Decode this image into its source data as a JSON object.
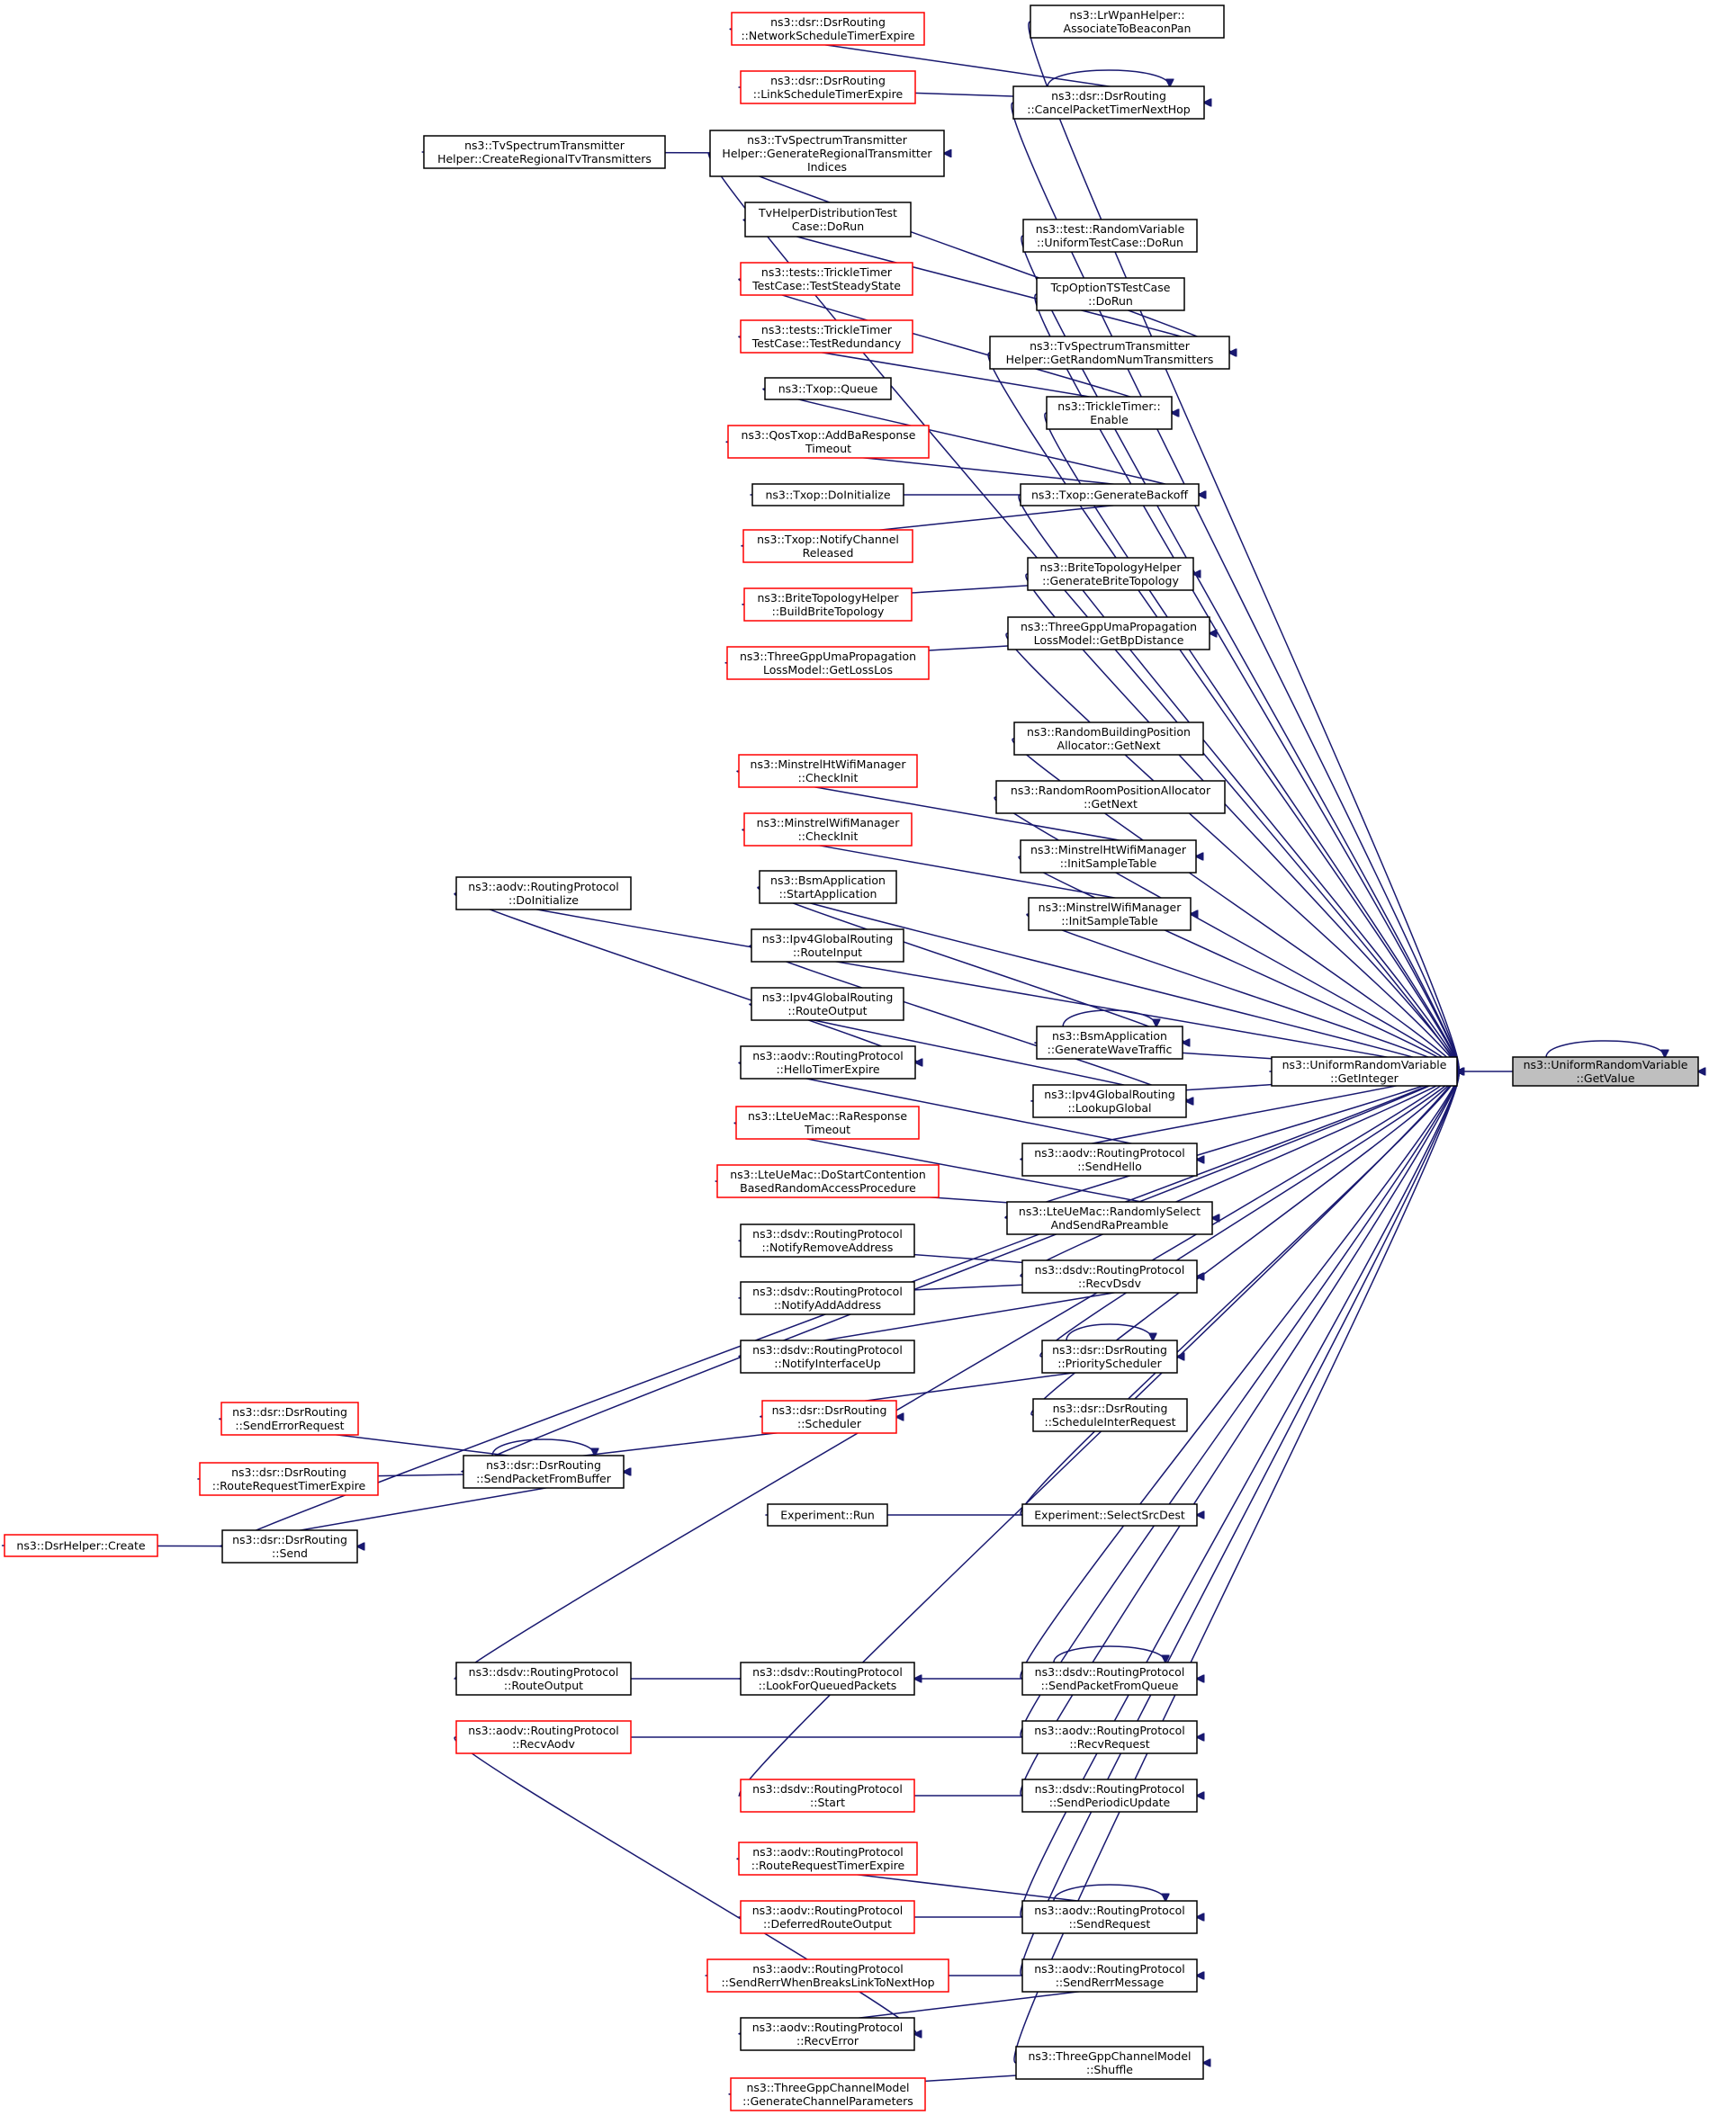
{
  "colors": {
    "edge": "#191970",
    "border_normal": "#000000",
    "border_red": "#ff0000",
    "fill_normal": "#ffffff",
    "fill_target": "#bfbfbf"
  },
  "nodes": [
    {
      "id": "getvalue",
      "lines": [
        "ns3::UniformRandomVariable",
        "::GetValue"
      ],
      "style": "target"
    },
    {
      "id": "getinteger",
      "lines": [
        "ns3::UniformRandomVariable",
        "::GetInteger"
      ],
      "style": "normal"
    },
    {
      "id": "associate",
      "lines": [
        "ns3::LrWpanHelper::",
        "AssociateToBeaconPan"
      ],
      "style": "normal"
    },
    {
      "id": "networksched",
      "lines": [
        "ns3::dsr::DsrRouting",
        "::NetworkScheduleTimerExpire"
      ],
      "style": "red"
    },
    {
      "id": "linksched",
      "lines": [
        "ns3::dsr::DsrRouting",
        "::LinkScheduleTimerExpire"
      ],
      "style": "red"
    },
    {
      "id": "cancelpacket",
      "lines": [
        "ns3::dsr::DsrRouting",
        "::CancelPacketTimerNextHop"
      ],
      "style": "normal"
    },
    {
      "id": "createregional",
      "lines": [
        "ns3::TvSpectrumTransmitter",
        "Helper::CreateRegionalTvTransmitters"
      ],
      "style": "normal"
    },
    {
      "id": "generateregional",
      "lines": [
        "ns3::TvSpectrumTransmitter",
        "Helper::GenerateRegionalTransmitter",
        "Indices"
      ],
      "style": "normal"
    },
    {
      "id": "uniformtest",
      "lines": [
        "ns3::test::RandomVariable",
        "::UniformTestCase::DoRun"
      ],
      "style": "normal"
    },
    {
      "id": "tvhelperdist",
      "lines": [
        "TvHelperDistributionTest",
        "Case::DoRun"
      ],
      "style": "normal"
    },
    {
      "id": "tcpoption",
      "lines": [
        "TcpOptionTSTestCase",
        "::DoRun"
      ],
      "style": "normal"
    },
    {
      "id": "tricklesteady",
      "lines": [
        "ns3::tests::TrickleTimer",
        "TestCase::TestSteadyState"
      ],
      "style": "red"
    },
    {
      "id": "getrandomnum",
      "lines": [
        "ns3::TvSpectrumTransmitter",
        "Helper::GetRandomNumTransmitters"
      ],
      "style": "normal"
    },
    {
      "id": "trickleredund",
      "lines": [
        "ns3::tests::TrickleTimer",
        "TestCase::TestRedundancy"
      ],
      "style": "red"
    },
    {
      "id": "trickleenable",
      "lines": [
        "ns3::TrickleTimer::",
        "Enable"
      ],
      "style": "normal"
    },
    {
      "id": "txopqueue",
      "lines": [
        "ns3::Txop::Queue"
      ],
      "style": "normal"
    },
    {
      "id": "qostxop",
      "lines": [
        "ns3::QosTxop::AddBaResponse",
        "Timeout"
      ],
      "style": "red"
    },
    {
      "id": "txopdoinit",
      "lines": [
        "ns3::Txop::DoInitialize"
      ],
      "style": "normal"
    },
    {
      "id": "genbackoff",
      "lines": [
        "ns3::Txop::GenerateBackoff"
      ],
      "style": "normal"
    },
    {
      "id": "txopnotify",
      "lines": [
        "ns3::Txop::NotifyChannel",
        "Released"
      ],
      "style": "red"
    },
    {
      "id": "genbrite",
      "lines": [
        "ns3::BriteTopologyHelper",
        "::GenerateBriteTopology"
      ],
      "style": "normal"
    },
    {
      "id": "buildbrite",
      "lines": [
        "ns3::BriteTopologyHelper",
        "::BuildBriteTopology"
      ],
      "style": "red"
    },
    {
      "id": "getbpdist",
      "lines": [
        "ns3::ThreeGppUmaPropagation",
        "LossModel::GetBpDistance"
      ],
      "style": "normal"
    },
    {
      "id": "getlosslos",
      "lines": [
        "ns3::ThreeGppUmaPropagation",
        "LossModel::GetLossLos"
      ],
      "style": "red"
    },
    {
      "id": "randbuilding",
      "lines": [
        "ns3::RandomBuildingPosition",
        "Allocator::GetNext"
      ],
      "style": "normal"
    },
    {
      "id": "minhtcheck",
      "lines": [
        "ns3::MinstrelHtWifiManager",
        "::CheckInit"
      ],
      "style": "red"
    },
    {
      "id": "randroom",
      "lines": [
        "ns3::RandomRoomPositionAllocator",
        "::GetNext"
      ],
      "style": "normal"
    },
    {
      "id": "minhtinit",
      "lines": [
        "ns3::MinstrelHtWifiManager",
        "::InitSampleTable"
      ],
      "style": "normal"
    },
    {
      "id": "mincheck",
      "lines": [
        "ns3::MinstrelWifiManager",
        "::CheckInit"
      ],
      "style": "red"
    },
    {
      "id": "aodvdoinit",
      "lines": [
        "ns3::aodv::RoutingProtocol",
        "::DoInitialize"
      ],
      "style": "normal"
    },
    {
      "id": "bsmstart",
      "lines": [
        "ns3::BsmApplication",
        "::StartApplication"
      ],
      "style": "normal"
    },
    {
      "id": "mininit",
      "lines": [
        "ns3::MinstrelWifiManager",
        "::InitSampleTable"
      ],
      "style": "normal"
    },
    {
      "id": "ipv4input",
      "lines": [
        "ns3::Ipv4GlobalRouting",
        "::RouteInput"
      ],
      "style": "normal"
    },
    {
      "id": "ipv4output",
      "lines": [
        "ns3::Ipv4GlobalRouting",
        "::RouteOutput"
      ],
      "style": "normal"
    },
    {
      "id": "bsmwave",
      "lines": [
        "ns3::BsmApplication",
        "::GenerateWaveTraffic"
      ],
      "style": "normal"
    },
    {
      "id": "aodvhello",
      "lines": [
        "ns3::aodv::RoutingProtocol",
        "::HelloTimerExpire"
      ],
      "style": "normal"
    },
    {
      "id": "lookupglobal",
      "lines": [
        "ns3::Ipv4GlobalRouting",
        "::LookupGlobal"
      ],
      "style": "normal"
    },
    {
      "id": "raresponse",
      "lines": [
        "ns3::LteUeMac::RaResponse",
        "Timeout"
      ],
      "style": "red"
    },
    {
      "id": "sendhello",
      "lines": [
        "ns3::aodv::RoutingProtocol",
        "::SendHello"
      ],
      "style": "normal"
    },
    {
      "id": "dostartcont",
      "lines": [
        "ns3::LteUeMac::DoStartContention",
        "BasedRandomAccessProcedure"
      ],
      "style": "red"
    },
    {
      "id": "randselect",
      "lines": [
        "ns3::LteUeMac::RandomlySelect",
        "AndSendRaPreamble"
      ],
      "style": "normal"
    },
    {
      "id": "dsdvremove",
      "lines": [
        "ns3::dsdv::RoutingProtocol",
        "::NotifyRemoveAddress"
      ],
      "style": "normal"
    },
    {
      "id": "recvdsdv",
      "lines": [
        "ns3::dsdv::RoutingProtocol",
        "::RecvDsdv"
      ],
      "style": "normal"
    },
    {
      "id": "dsdvadd",
      "lines": [
        "ns3::dsdv::RoutingProtocol",
        "::NotifyAddAddress"
      ],
      "style": "normal"
    },
    {
      "id": "dsdvifup",
      "lines": [
        "ns3::dsdv::RoutingProtocol",
        "::NotifyInterfaceUp"
      ],
      "style": "normal"
    },
    {
      "id": "priosched",
      "lines": [
        "ns3::dsr::DsrRouting",
        "::PriorityScheduler"
      ],
      "style": "normal"
    },
    {
      "id": "dsrsendreq",
      "lines": [
        "ns3::dsr::DsrRouting",
        "::SendErrorRequest"
      ],
      "style": "red"
    },
    {
      "id": "dsrscheduler",
      "lines": [
        "ns3::dsr::DsrRouting",
        "::Scheduler"
      ],
      "style": "red"
    },
    {
      "id": "schedinter",
      "lines": [
        "ns3::dsr::DsrRouting",
        "::ScheduleInterRequest"
      ],
      "style": "normal"
    },
    {
      "id": "sendfrombuffer",
      "lines": [
        "ns3::dsr::DsrRouting",
        "::SendPacketFromBuffer"
      ],
      "style": "normal"
    },
    {
      "id": "routereqtimer",
      "lines": [
        "ns3::dsr::DsrRouting",
        "::RouteRequestTimerExpire"
      ],
      "style": "red"
    },
    {
      "id": "exprun",
      "lines": [
        "Experiment::Run"
      ],
      "style": "normal"
    },
    {
      "id": "selectsrc",
      "lines": [
        "Experiment::SelectSrcDest"
      ],
      "style": "normal"
    },
    {
      "id": "dsrhelper",
      "lines": [
        "ns3::DsrHelper::Create"
      ],
      "style": "red"
    },
    {
      "id": "dsrsend",
      "lines": [
        "ns3::dsr::DsrRouting",
        "::Send"
      ],
      "style": "normal"
    },
    {
      "id": "dsdvrouteout",
      "lines": [
        "ns3::dsdv::RoutingProtocol",
        "::RouteOutput"
      ],
      "style": "normal"
    },
    {
      "id": "lookforqueued",
      "lines": [
        "ns3::dsdv::RoutingProtocol",
        "::LookForQueuedPackets"
      ],
      "style": "normal"
    },
    {
      "id": "sendfromqueue",
      "lines": [
        "ns3::dsdv::RoutingProtocol",
        "::SendPacketFromQueue"
      ],
      "style": "normal"
    },
    {
      "id": "recvaodv",
      "lines": [
        "ns3::aodv::RoutingProtocol",
        "::RecvAodv"
      ],
      "style": "red"
    },
    {
      "id": "recvrequest",
      "lines": [
        "ns3::aodv::RoutingProtocol",
        "::RecvRequest"
      ],
      "style": "normal"
    },
    {
      "id": "dsdvstart",
      "lines": [
        "ns3::dsdv::RoutingProtocol",
        "::Start"
      ],
      "style": "red"
    },
    {
      "id": "sendperiodic",
      "lines": [
        "ns3::dsdv::RoutingProtocol",
        "::SendPeriodicUpdate"
      ],
      "style": "normal"
    },
    {
      "id": "aodvroutereq",
      "lines": [
        "ns3::aodv::RoutingProtocol",
        "::RouteRequestTimerExpire"
      ],
      "style": "red"
    },
    {
      "id": "deferredroute",
      "lines": [
        "ns3::aodv::RoutingProtocol",
        "::DeferredRouteOutput"
      ],
      "style": "red"
    },
    {
      "id": "sendrequest",
      "lines": [
        "ns3::aodv::RoutingProtocol",
        "::SendRequest"
      ],
      "style": "normal"
    },
    {
      "id": "senderrwhen",
      "lines": [
        "ns3::aodv::RoutingProtocol",
        "::SendRerrWhenBreaksLinkToNextHop"
      ],
      "style": "red"
    },
    {
      "id": "sendrerrmsg",
      "lines": [
        "ns3::aodv::RoutingProtocol",
        "::SendRerrMessage"
      ],
      "style": "normal"
    },
    {
      "id": "recverror",
      "lines": [
        "ns3::aodv::RoutingProtocol",
        "::RecvError"
      ],
      "style": "normal"
    },
    {
      "id": "shuffle",
      "lines": [
        "ns3::ThreeGppChannelModel",
        "::Shuffle"
      ],
      "style": "normal"
    },
    {
      "id": "genchannel",
      "lines": [
        "ns3::ThreeGppChannelModel",
        "::GenerateChannelParameters"
      ],
      "style": "red"
    }
  ],
  "edges": [
    [
      "getinteger",
      "getvalue"
    ],
    [
      "getvalue",
      "getvalue"
    ],
    [
      "associate",
      "getinteger"
    ],
    [
      "cancelpacket",
      "getinteger"
    ],
    [
      "generateregional",
      "getinteger"
    ],
    [
      "uniformtest",
      "getinteger"
    ],
    [
      "tcpoption",
      "getinteger"
    ],
    [
      "getrandomnum",
      "getinteger"
    ],
    [
      "trickleenable",
      "getinteger"
    ],
    [
      "genbackoff",
      "getinteger"
    ],
    [
      "genbrite",
      "getinteger"
    ],
    [
      "getbpdist",
      "getinteger"
    ],
    [
      "aodvdoinit",
      "getinteger"
    ],
    [
      "randbuilding",
      "getinteger"
    ],
    [
      "randroom",
      "getinteger"
    ],
    [
      "minhtinit",
      "getinteger"
    ],
    [
      "mininit",
      "getinteger"
    ],
    [
      "bsmstart",
      "getinteger"
    ],
    [
      "bsmwave",
      "getinteger"
    ],
    [
      "lookupglobal",
      "getinteger"
    ],
    [
      "sendhello",
      "getinteger"
    ],
    [
      "randselect",
      "getinteger"
    ],
    [
      "recvdsdv",
      "getinteger"
    ],
    [
      "priosched",
      "getinteger"
    ],
    [
      "schedinter",
      "getinteger"
    ],
    [
      "sendfrombuffer",
      "getinteger"
    ],
    [
      "selectsrc",
      "getinteger"
    ],
    [
      "dsrsend",
      "getinteger"
    ],
    [
      "dsdvrouteout",
      "getinteger"
    ],
    [
      "sendfromqueue",
      "getinteger"
    ],
    [
      "recvrequest",
      "getinteger"
    ],
    [
      "sendperiodic",
      "getinteger"
    ],
    [
      "dsdvstart",
      "getinteger"
    ],
    [
      "sendrequest",
      "getinteger"
    ],
    [
      "sendrerrmsg",
      "getinteger"
    ],
    [
      "shuffle",
      "getinteger"
    ],
    [
      "networksched",
      "cancelpacket"
    ],
    [
      "linksched",
      "cancelpacket"
    ],
    [
      "cancelpacket",
      "cancelpacket"
    ],
    [
      "createregional",
      "generateregional"
    ],
    [
      "generateregional",
      "getrandomnum"
    ],
    [
      "tvhelperdist",
      "getrandomnum"
    ],
    [
      "tricklesteady",
      "trickleenable"
    ],
    [
      "trickleredund",
      "trickleenable"
    ],
    [
      "txopqueue",
      "genbackoff"
    ],
    [
      "qostxop",
      "genbackoff"
    ],
    [
      "txopdoinit",
      "genbackoff"
    ],
    [
      "txopnotify",
      "genbackoff"
    ],
    [
      "buildbrite",
      "genbrite"
    ],
    [
      "getlosslos",
      "getbpdist"
    ],
    [
      "minhtcheck",
      "minhtinit"
    ],
    [
      "mincheck",
      "mininit"
    ],
    [
      "bsmstart",
      "bsmwave"
    ],
    [
      "bsmwave",
      "bsmwave"
    ],
    [
      "ipv4input",
      "lookupglobal"
    ],
    [
      "ipv4output",
      "lookupglobal"
    ],
    [
      "aodvdoinit",
      "aodvhello"
    ],
    [
      "aodvhello",
      "sendhello"
    ],
    [
      "raresponse",
      "randselect"
    ],
    [
      "dostartcont",
      "randselect"
    ],
    [
      "dsdvremove",
      "recvdsdv"
    ],
    [
      "dsdvadd",
      "recvdsdv"
    ],
    [
      "dsdvifup",
      "recvdsdv"
    ],
    [
      "priosched",
      "priosched"
    ],
    [
      "dsrscheduler",
      "priosched"
    ],
    [
      "sendfrombuffer",
      "dsrscheduler"
    ],
    [
      "sendfrombuffer",
      "sendfrombuffer"
    ],
    [
      "dsrsendreq",
      "sendfrombuffer"
    ],
    [
      "routereqtimer",
      "sendfrombuffer"
    ],
    [
      "dsrsend",
      "sendfrombuffer"
    ],
    [
      "exprun",
      "selectsrc"
    ],
    [
      "dsrhelper",
      "dsrsend"
    ],
    [
      "dsdvrouteout",
      "lookforqueued"
    ],
    [
      "lookforqueued",
      "sendfromqueue"
    ],
    [
      "sendfromqueue",
      "sendfromqueue"
    ],
    [
      "recvaodv",
      "recvrequest"
    ],
    [
      "recvaodv",
      "recverror"
    ],
    [
      "dsdvstart",
      "sendperiodic"
    ],
    [
      "aodvroutereq",
      "sendrequest"
    ],
    [
      "deferredroute",
      "sendrequest"
    ],
    [
      "sendrequest",
      "sendrequest"
    ],
    [
      "senderrwhen",
      "sendrerrmsg"
    ],
    [
      "recverror",
      "sendrerrmsg"
    ],
    [
      "genchannel",
      "shuffle"
    ]
  ]
}
